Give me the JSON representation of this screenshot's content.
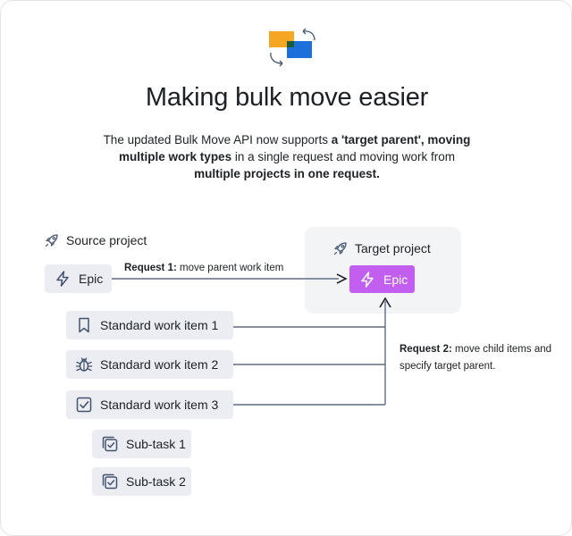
{
  "header": {
    "title": "Making bulk move easier",
    "description": {
      "p1": "The updated Bulk Move API now supports ",
      "b1": "a 'target parent', moving multiple work types",
      "p2": " in a single request and moving work from ",
      "b2": "multiple projects in one request."
    }
  },
  "source": {
    "label": "Source project",
    "epic": "Epic",
    "items": [
      {
        "label": "Standard work item 1",
        "icon": "bookmark-icon"
      },
      {
        "label": "Standard work item 2",
        "icon": "bug-icon"
      },
      {
        "label": "Standard work item 3",
        "icon": "checkbox-icon"
      }
    ],
    "subtasks": [
      {
        "label": "Sub-task 1",
        "icon": "subtask-icon"
      },
      {
        "label": "Sub-task 2",
        "icon": "subtask-icon"
      }
    ]
  },
  "target": {
    "label": "Target project",
    "epic": "Epic"
  },
  "requests": {
    "r1_bold": "Request 1:",
    "r1_text": " move parent work item",
    "r2_bold": "Request 2:",
    "r2_text1": " move child items and",
    "r2_text2": "specify target parent."
  },
  "colors": {
    "epic_accent": "#c25ef0",
    "chip_bg": "#ebedf2",
    "target_bg": "#f3f4f6",
    "icon_orange": "#f5a623",
    "icon_blue": "#1d6fdc"
  }
}
